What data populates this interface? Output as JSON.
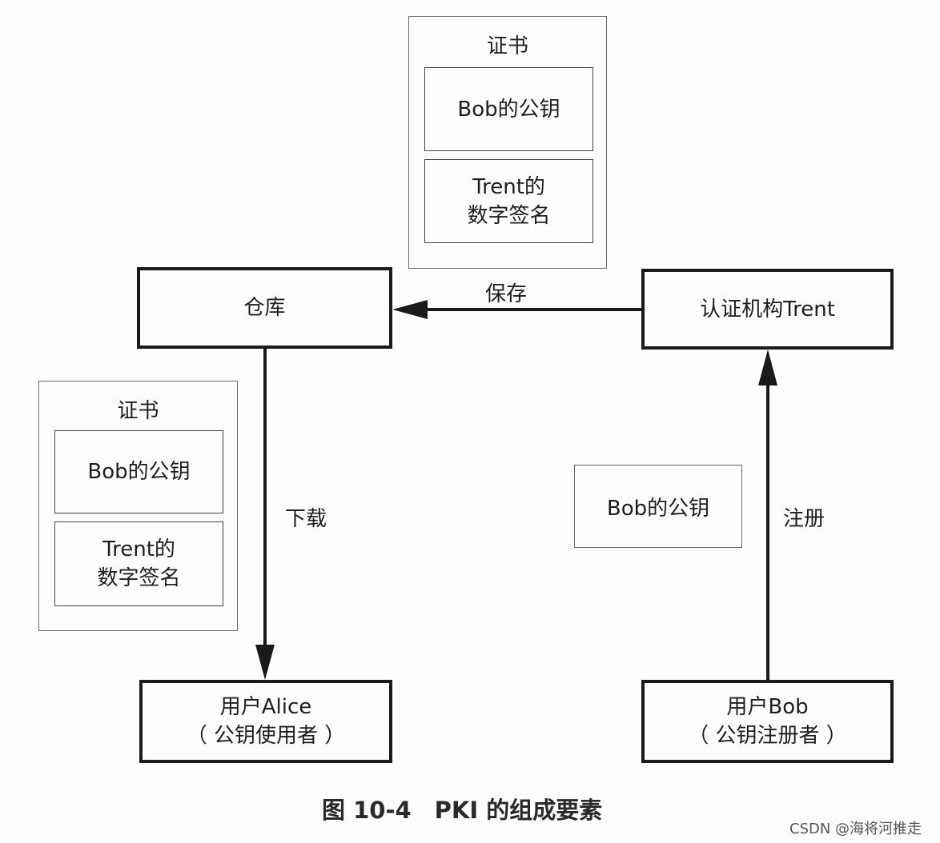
{
  "certificate_top": {
    "title": "证书",
    "public_key": "Bob的公钥",
    "signature_line1": "Trent的",
    "signature_line2": "数字签名"
  },
  "certificate_left": {
    "title": "证书",
    "public_key": "Bob的公钥",
    "signature_line1": "Trent的",
    "signature_line2": "数字签名"
  },
  "nodes": {
    "repository": "仓库",
    "ca": "认证机构Trent",
    "alice_line1": "用户Alice",
    "alice_line2": "（ 公钥使用者 ）",
    "bob_line1": "用户Bob",
    "bob_line2": "（ 公钥注册者 ）"
  },
  "bob_key_box": "Bob的公钥",
  "edges": {
    "save": "保存",
    "download": "下载",
    "register": "注册"
  },
  "caption": "图 10-4　PKI 的组成要素",
  "watermark": "CSDN @海将河推走"
}
